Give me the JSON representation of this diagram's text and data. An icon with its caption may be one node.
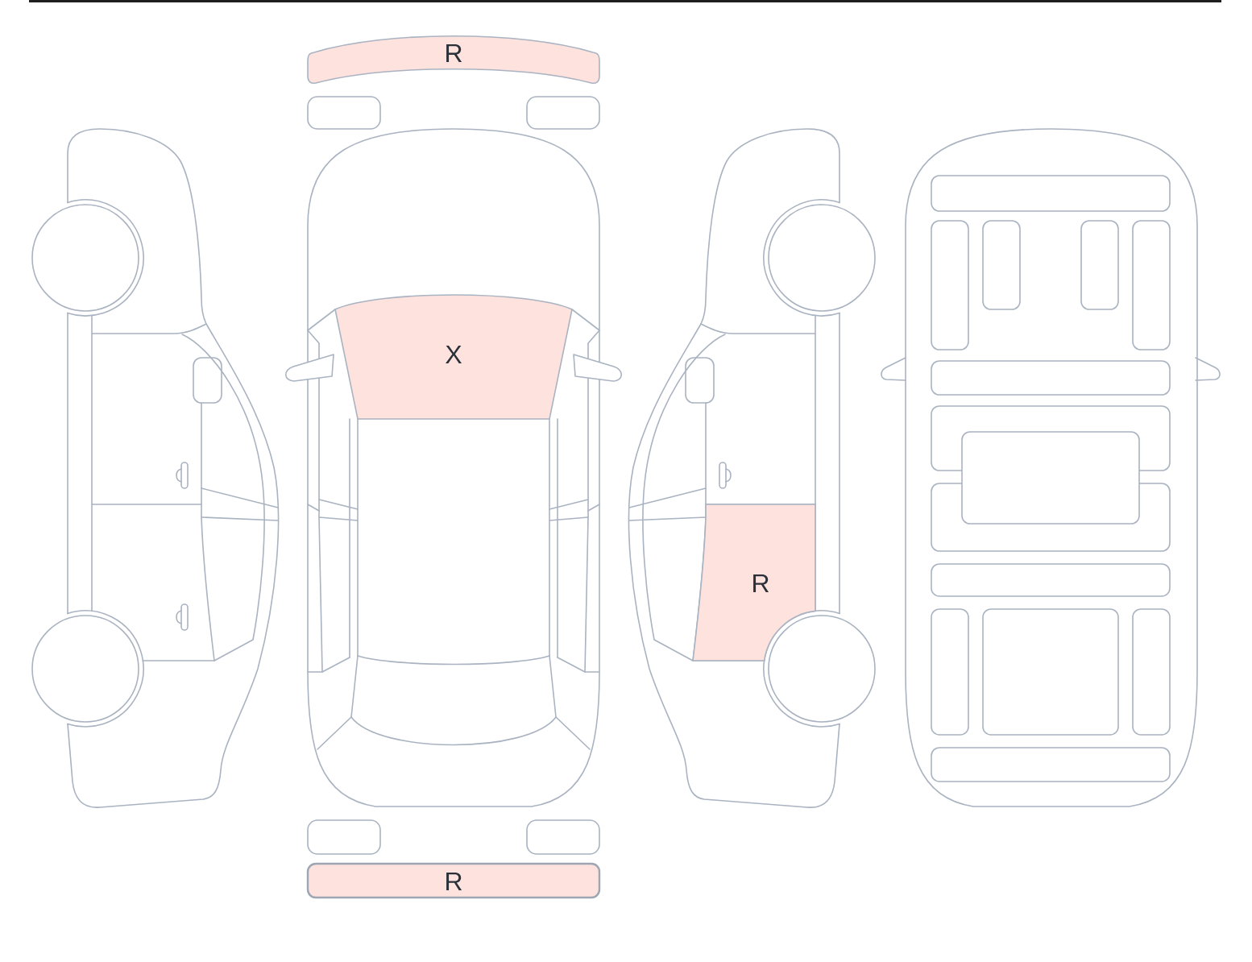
{
  "diagram": {
    "nodes": [
      {
        "text": [
          "R"
        ]
      },
      {
        "text": [
          "X"
        ]
      },
      {
        "text": [
          "R"
        ]
      },
      {
        "text": [
          "R"
        ]
      }
    ]
  }
}
